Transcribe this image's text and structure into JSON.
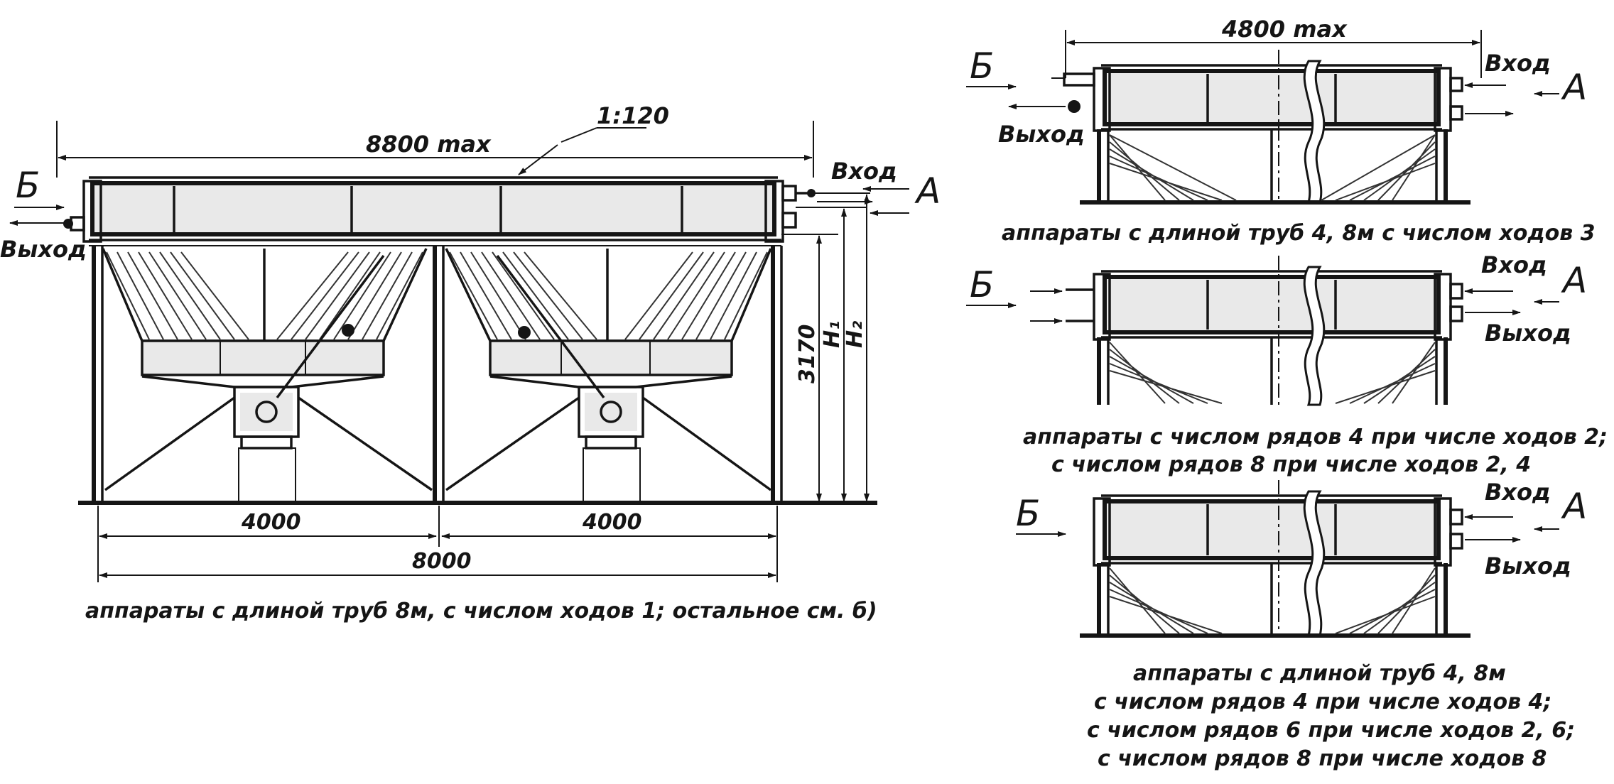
{
  "main_view": {
    "slope_label": "1:120",
    "overall_width": "8800 max",
    "inlet_label": "Вход",
    "outlet_label": "Выход",
    "marker_a": "А",
    "marker_b": "Б",
    "height_dim": "3170",
    "h1_dim": "H₁",
    "h2_dim": "H₂",
    "span_left": "4000",
    "span_right": "4000",
    "span_total": "8000",
    "caption": "аппараты с длиной труб 8м, с числом ходов 1; остальное см. б)"
  },
  "view_top_right": {
    "width_dim": "4800 max",
    "inlet_label": "Вход",
    "outlet_label": "Выход",
    "marker_a": "А",
    "marker_b": "Б",
    "caption": "аппараты с длиной труб 4, 8м с числом ходов 3"
  },
  "view_mid_right": {
    "inlet_label": "Вход",
    "outlet_label": "Выход",
    "marker_a": "А",
    "marker_b": "Б",
    "caption_1": "аппараты с числом рядов 4 при числе ходов 2;",
    "caption_2": "с числом рядов 8 при числе ходов 2, 4"
  },
  "view_bottom_right": {
    "inlet_label": "Вход",
    "outlet_label": "Выход",
    "marker_a": "А",
    "marker_b": "Б",
    "caption_1": "аппараты с длиной труб 4, 8м",
    "caption_2": "с числом рядов 4 при числе ходов 4;",
    "caption_3": "с числом рядов 6  при числе ходов 2, 6;",
    "caption_4": "с числом рядов 8 при числе ходов 8"
  }
}
